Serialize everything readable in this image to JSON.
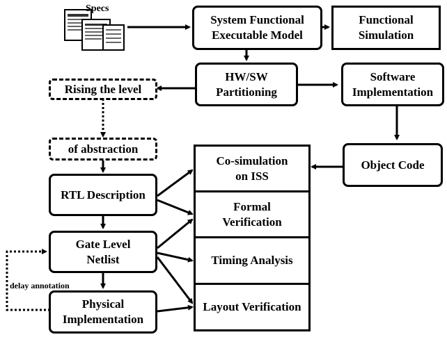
{
  "specs": {
    "label": "Specs"
  },
  "boxes": {
    "system_model": [
      "System Functional",
      "Executable Model"
    ],
    "functional_sim": [
      "Functional",
      "Simulation"
    ],
    "hwsw": [
      "HW/SW",
      "Partitioning"
    ],
    "software_impl": [
      "Software",
      "Implementation"
    ],
    "rising": "Rising the level",
    "abstraction": "of abstraction",
    "object_code": "Object Code",
    "rtl": "RTL Description",
    "gate_level": [
      "Gate Level",
      "Netlist"
    ],
    "physical": [
      "Physical",
      "Implementation"
    ],
    "cosim": [
      "Co-simulation",
      "on ISS"
    ],
    "formal": [
      "Formal",
      "Verification"
    ],
    "timing": "Timing Analysis",
    "layout": "Layout Verification"
  },
  "annotations": {
    "delay": "delay annotation"
  }
}
